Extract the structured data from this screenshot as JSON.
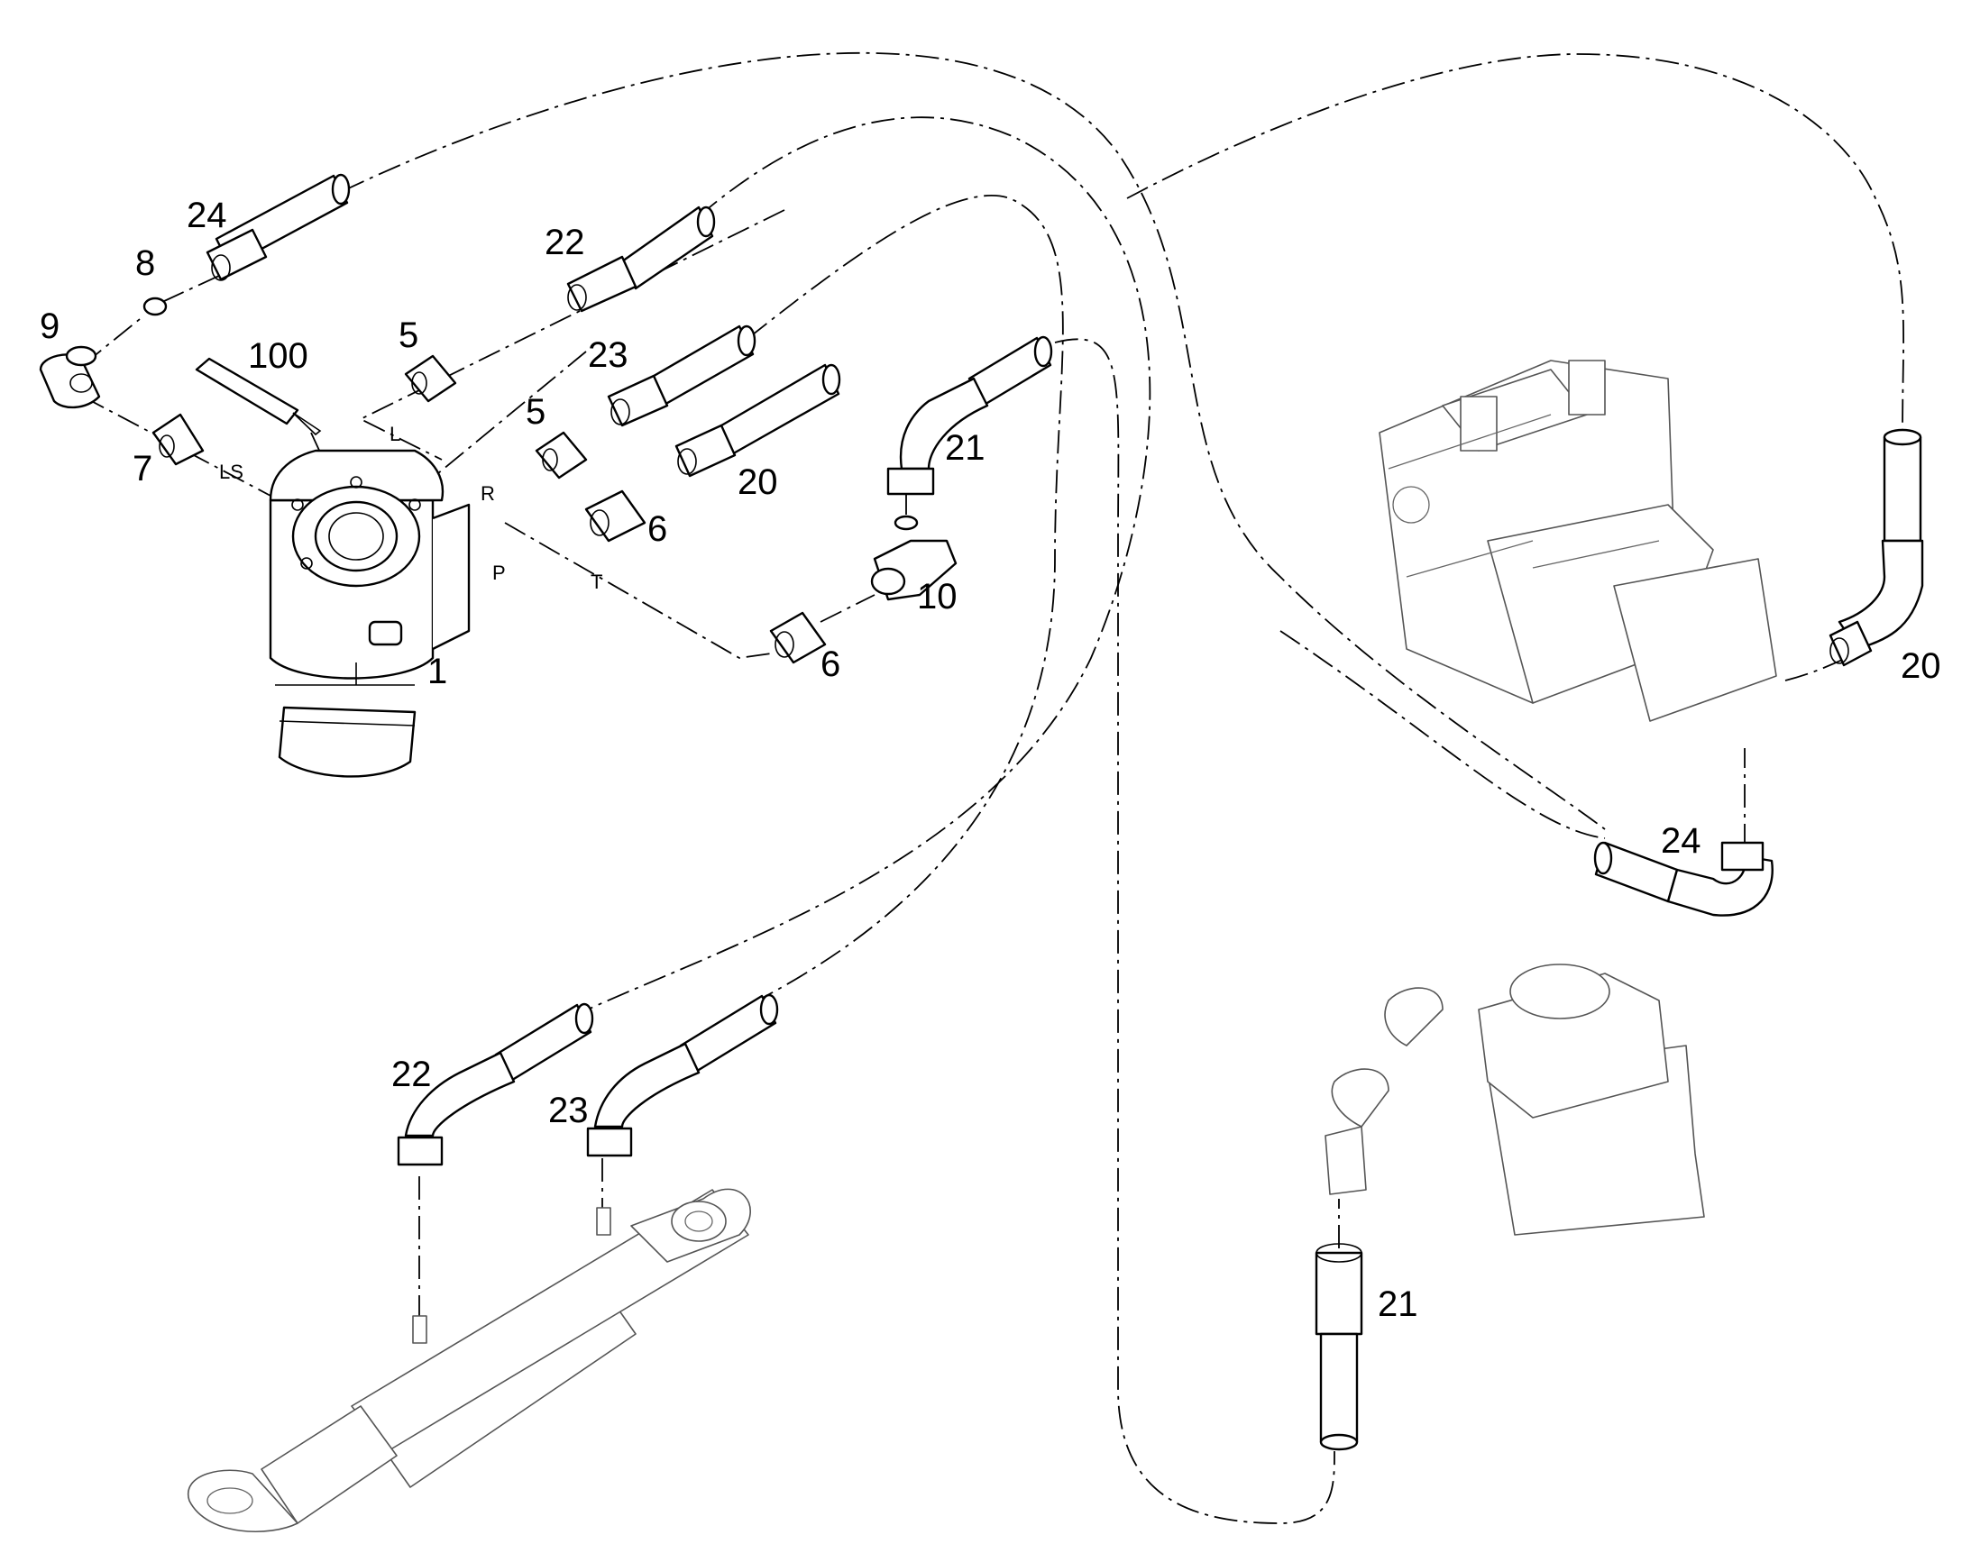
{
  "callouts": {
    "c1": "1",
    "c5a": "5",
    "c5b": "5",
    "c6a": "6",
    "c6b": "6",
    "c7": "7",
    "c8": "8",
    "c9": "9",
    "c10": "10",
    "c20a": "20",
    "c20b": "20",
    "c21a": "21",
    "c21b": "21",
    "c22a": "22",
    "c22b": "22",
    "c23a": "23",
    "c23b": "23",
    "c24a": "24",
    "c24b": "24",
    "c100": "100"
  },
  "ports": {
    "ls": "LS",
    "l": "L",
    "r": "R",
    "p": "P",
    "t": "T"
  }
}
